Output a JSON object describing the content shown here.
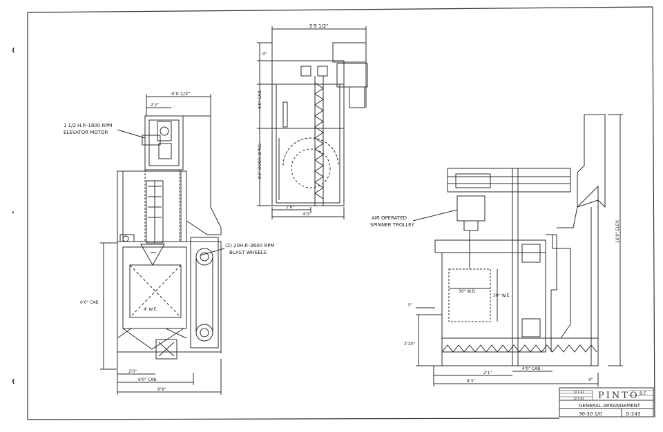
{
  "left_view": {
    "dim_top_width": "4'0 1/2\"",
    "dim_inner_width": "2'2\"",
    "motor_label_line1": "1 1/2 H.P.-1800 RPM",
    "motor_label_line2": "ELEVATOR MOTOR",
    "wheels_label_line1": "(2) 20H.P.-3600 RPM",
    "wheels_label_line2": "BLAST WHEELS",
    "dim_cab_height": "6'0\" CAB.",
    "dim_bottom_1": "2'0\"",
    "dim_bottom_2": "6'0\" CAB.",
    "dim_bottom_3": "6'9\"",
    "dim_inner_vert": "4' W.E."
  },
  "middle_view": {
    "dim_top": "5'9 1/2\"",
    "dim_top_small": "9\"",
    "dim_cab": "4'0\" CAB.",
    "dim_door": "3'6\" DOOR OPNG.",
    "dim_bottom_1": "1'6\"",
    "dim_bottom_2": "4'0\""
  },
  "right_view": {
    "trolley_label_line1": "AIR OPERATED",
    "trolley_label_line2": "SPINNER TROLLEY",
    "dim_elev": "16'0\" ELEV.",
    "dim_wd": "30\" W.D.",
    "dim_we": "30\" W.E.",
    "dim_left_small": "3\"",
    "dim_left_tall": "3'10\"",
    "dim_bottom_1": "2'1\"",
    "dim_bottom_2": "4'0\" CAB.",
    "dim_bottom_3": "8'3\"",
    "dim_right_small": "9\""
  },
  "title_block": {
    "company": "PINTO",
    "drawing_title": "GENERAL ARRANGEMENT",
    "drawing_number": "30-30 1/0",
    "sheet_number": "D-243",
    "drawn_by_value": "B.F.",
    "date_value": "12-1-83",
    "checked_value": "12-5-83"
  }
}
